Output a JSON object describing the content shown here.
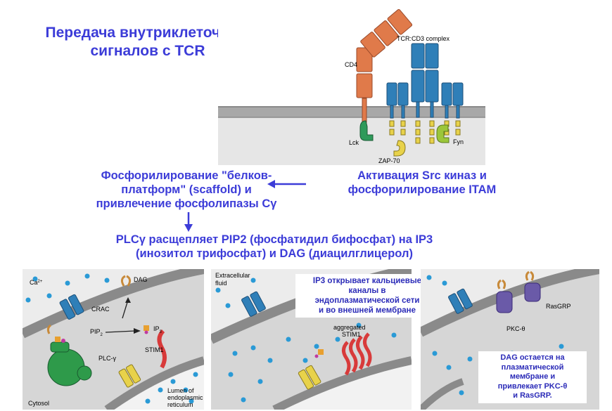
{
  "title": {
    "line1": "Передача внутриклеточных",
    "line2": "сигналов с TCR"
  },
  "receptor_figure": {
    "tcr_complex_label": "TCR:CD3 complex",
    "cd4_label": "CD4",
    "lck_label": "Lck",
    "zap70_label": "ZAP-70",
    "fyn_label": "Fyn"
  },
  "steps": {
    "activation_line1": "Активация Src киназ и",
    "activation_line2": "фосфорилирование ITAM",
    "scaffold_line1": "Фосфорилирование \"белков-",
    "scaffold_line2": "платформ\" (scaffold) и",
    "scaffold_line3": "привлечение фосфолипазы Cγ",
    "plc_line1": "PLCγ расщепляет PIP2 (фосфатидил бифосфат) на IP3",
    "plc_line2": "(инозитол трифосфат) и DAG (диацилглицерол)"
  },
  "panel1": {
    "ca_label": "Ca",
    "ca_sup": "2+",
    "dag_label": "DAG",
    "crac_label": "CRAC",
    "pip2_label": "PIP",
    "pip2_sub": "2",
    "ip3_label": "IP",
    "ip3_sub": "3",
    "plcg_label": "PLC-γ",
    "stim1_label": "STIM1",
    "lumen_line1": "Lumen of",
    "lumen_line2": "endoplasmic",
    "lumen_line3": "reticulum",
    "cytosol_label": "Cytosol"
  },
  "panel2": {
    "extracellular_line1": "Extracellular",
    "extracellular_line2": "fluid",
    "aggregated_line1": "aggregated",
    "aggregated_line2": "STIM1",
    "callout_line1": "IP3 открывает кальциевые",
    "callout_line2": "каналы в",
    "callout_line3": "эндоплазматической сети",
    "callout_line4": "и во внешней мембране"
  },
  "panel3": {
    "rasgrp_label": "RasGRP",
    "pkc_label": "PKC-θ",
    "callout_line1": "DAG остается на",
    "callout_line2": "плазматической",
    "callout_line3": "мембране и",
    "callout_line4": "привлекает PKC-θ",
    "callout_line5": "и RasGRP."
  },
  "colors": {
    "heading_blue": "#3c3cd8",
    "cd4_orange": "#e07a4a",
    "tcr_blue": "#2f7fb8",
    "lck_green": "#2e9a5a",
    "zap_yellow": "#e8d24a",
    "membrane_gray": "#9a9a9a",
    "stim_red": "#d83a3a",
    "plc_green": "#2e9a4a",
    "pkc_purple": "#6a5aa8"
  }
}
